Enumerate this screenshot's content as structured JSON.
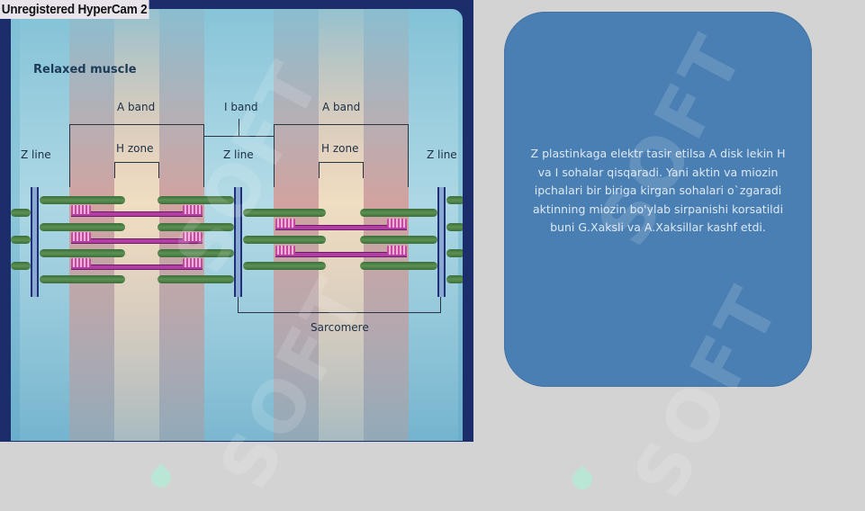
{
  "overlay": {
    "recorder_label": "Unregistered HyperCam 2",
    "watermark_text": "SOFT"
  },
  "diagram": {
    "title": "Relaxed muscle",
    "labels": {
      "a_band_left": "A band",
      "i_band": "I band",
      "a_band_right": "A band",
      "h_zone_left": "H zone",
      "h_zone_right": "H zone",
      "z_line_left": "Z line",
      "z_line_middle": "Z line",
      "z_line_right": "Z line",
      "sarcomere": "Sarcomere"
    },
    "colors": {
      "panel_border": "#1b2e6b",
      "panel_bg": "#8ec7da",
      "a_band_tint": "#e9a593",
      "h_zone_tint": "#efe3c4",
      "actin": "#4f8548",
      "myosin": "#b23ea3"
    }
  },
  "textbox": {
    "text": "Z plastinkaga elektr tasir etilsa A disk lekin H va I sohalar qisqaradi. Yani aktin va miozin ipchalari bir biriga kirgan sohalari o`zgaradi  aktinning miozin bo'ylab sirpanishi korsatildi buni G.Xaksli va A.Xaksillar kashf etdi.",
    "bg_color": "#4a7fb4",
    "text_color": "#dde8f3"
  },
  "slide": {
    "bg_color": "#d3d3d3"
  }
}
